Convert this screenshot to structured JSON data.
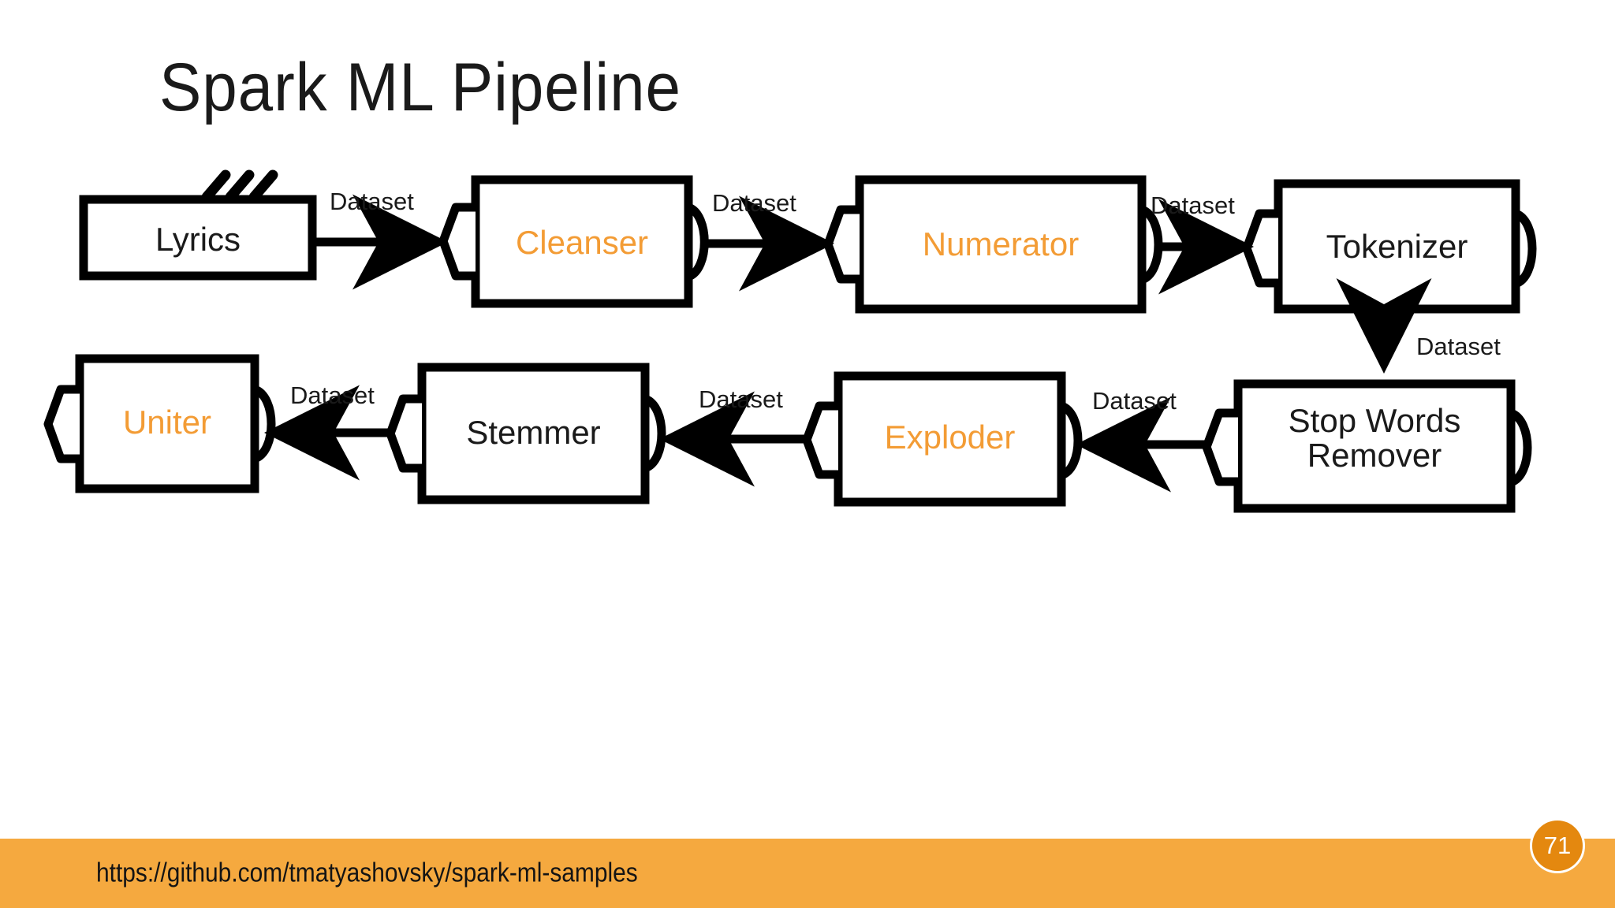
{
  "slide": {
    "title": "Spark ML Pipeline",
    "background_color": "#FFFFFF",
    "accent_color": "#F39C35",
    "footer_color": "#F5A93F",
    "stroke_color": "#000000"
  },
  "diagram": {
    "type": "flow-pipeline",
    "edge_label_default": "Dataset",
    "nodes": [
      {
        "id": "lyrics",
        "label": "Lyrics",
        "shape": "document-stack",
        "accent": false,
        "row": 1,
        "order": 1
      },
      {
        "id": "cleanser",
        "label": "Cleanser",
        "shape": "transformer",
        "accent": true,
        "row": 1,
        "order": 2
      },
      {
        "id": "numerator",
        "label": "Numerator",
        "shape": "transformer",
        "accent": true,
        "row": 1,
        "order": 3
      },
      {
        "id": "tokenizer",
        "label": "Tokenizer",
        "shape": "transformer",
        "accent": false,
        "row": 1,
        "order": 4
      },
      {
        "id": "stopwords",
        "label": "Stop Words\nRemover",
        "shape": "transformer",
        "accent": false,
        "row": 2,
        "order": 1
      },
      {
        "id": "exploder",
        "label": "Exploder",
        "shape": "transformer",
        "accent": true,
        "row": 2,
        "order": 2
      },
      {
        "id": "stemmer",
        "label": "Stemmer",
        "shape": "transformer",
        "accent": false,
        "row": 2,
        "order": 3
      },
      {
        "id": "uniter",
        "label": "Uniter",
        "shape": "transformer",
        "accent": true,
        "row": 2,
        "order": 4
      }
    ],
    "edges": [
      {
        "from": "lyrics",
        "to": "cleanser",
        "label": "Dataset",
        "direction": "right"
      },
      {
        "from": "cleanser",
        "to": "numerator",
        "label": "Dataset",
        "direction": "right"
      },
      {
        "from": "numerator",
        "to": "tokenizer",
        "label": "Dataset",
        "direction": "right"
      },
      {
        "from": "tokenizer",
        "to": "stopwords",
        "label": "Dataset",
        "direction": "down"
      },
      {
        "from": "stopwords",
        "to": "exploder",
        "label": "Dataset",
        "direction": "left"
      },
      {
        "from": "exploder",
        "to": "stemmer",
        "label": "Dataset",
        "direction": "left"
      },
      {
        "from": "stemmer",
        "to": "uniter",
        "label": "Dataset",
        "direction": "left"
      }
    ]
  },
  "footer": {
    "url": "https://github.com/tmatyashovsky/spark-ml-samples",
    "page_number": "71"
  }
}
